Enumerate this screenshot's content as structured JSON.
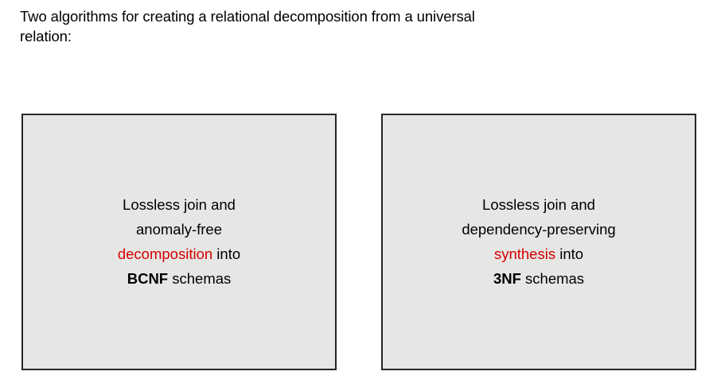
{
  "slide": {
    "background_color": "#ffffff",
    "heading": {
      "line1": "Two algorithms for creating a relational decomposition from a universal",
      "line2": "relation:",
      "full_text": "Two algorithms for creating a relational decomposition from a universal relation:"
    },
    "colors": {
      "box_fill": "#e6e6e4",
      "box_border": "#262626",
      "text": "#000000",
      "accent_red": "#d40000"
    },
    "boxes": [
      {
        "id": "decomposition",
        "lines": [
          {
            "id": "l1",
            "segments": [
              {
                "text": "Lossless join and",
                "style": "plain"
              }
            ]
          },
          {
            "id": "l2",
            "segments": [
              {
                "text": "anomaly-free",
                "style": "plain"
              }
            ]
          },
          {
            "id": "l3",
            "segments": [
              {
                "text": "decomposition",
                "style": "red"
              },
              {
                "text": " into",
                "style": "plain"
              }
            ]
          },
          {
            "id": "l4",
            "segments": [
              {
                "text": "BCNF",
                "style": "bold"
              },
              {
                "text": " schemas",
                "style": "plain"
              }
            ]
          }
        ],
        "plain_text": "Lossless join and anomaly-free decomposition into BCNF schemas",
        "keyword_red": "decomposition",
        "keyword_bold": "BCNF"
      },
      {
        "id": "synthesis",
        "lines": [
          {
            "id": "l1",
            "segments": [
              {
                "text": "Lossless join and",
                "style": "plain"
              }
            ]
          },
          {
            "id": "l2",
            "segments": [
              {
                "text": "dependency-preserving",
                "style": "plain"
              }
            ]
          },
          {
            "id": "l3",
            "segments": [
              {
                "text": "synthesis",
                "style": "red"
              },
              {
                "text": " into",
                "style": "plain"
              }
            ]
          },
          {
            "id": "l4",
            "segments": [
              {
                "text": "3NF",
                "style": "bold"
              },
              {
                "text": " schemas",
                "style": "plain"
              }
            ]
          }
        ],
        "plain_text": "Lossless join and dependency-preserving synthesis into 3NF schemas",
        "keyword_red": "synthesis",
        "keyword_bold": "3NF"
      }
    ]
  }
}
